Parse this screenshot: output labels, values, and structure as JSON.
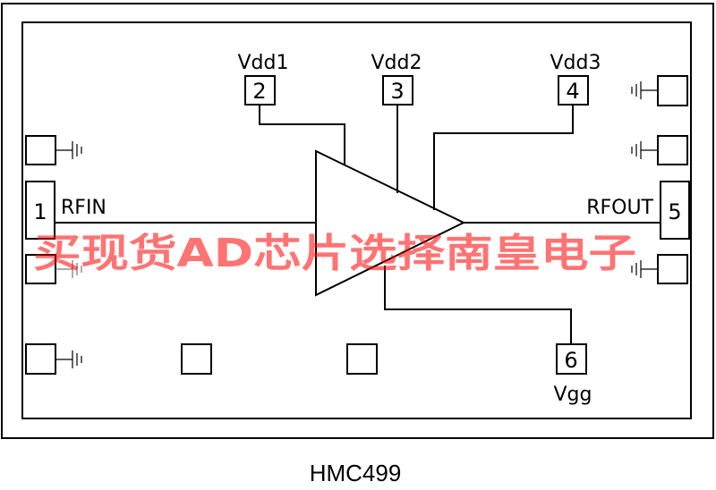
{
  "part_number": "HMC499",
  "watermark": "买现货AD芯片选择南皇电子",
  "pins": {
    "p1": {
      "number": "1",
      "name": "RFIN"
    },
    "p2": {
      "number": "2",
      "name": "Vdd1"
    },
    "p3": {
      "number": "3",
      "name": "Vdd2"
    },
    "p4": {
      "number": "4",
      "name": "Vdd3"
    },
    "p5": {
      "number": "5",
      "name": "RFOUT"
    },
    "p6": {
      "number": "6",
      "name": "Vgg"
    }
  }
}
